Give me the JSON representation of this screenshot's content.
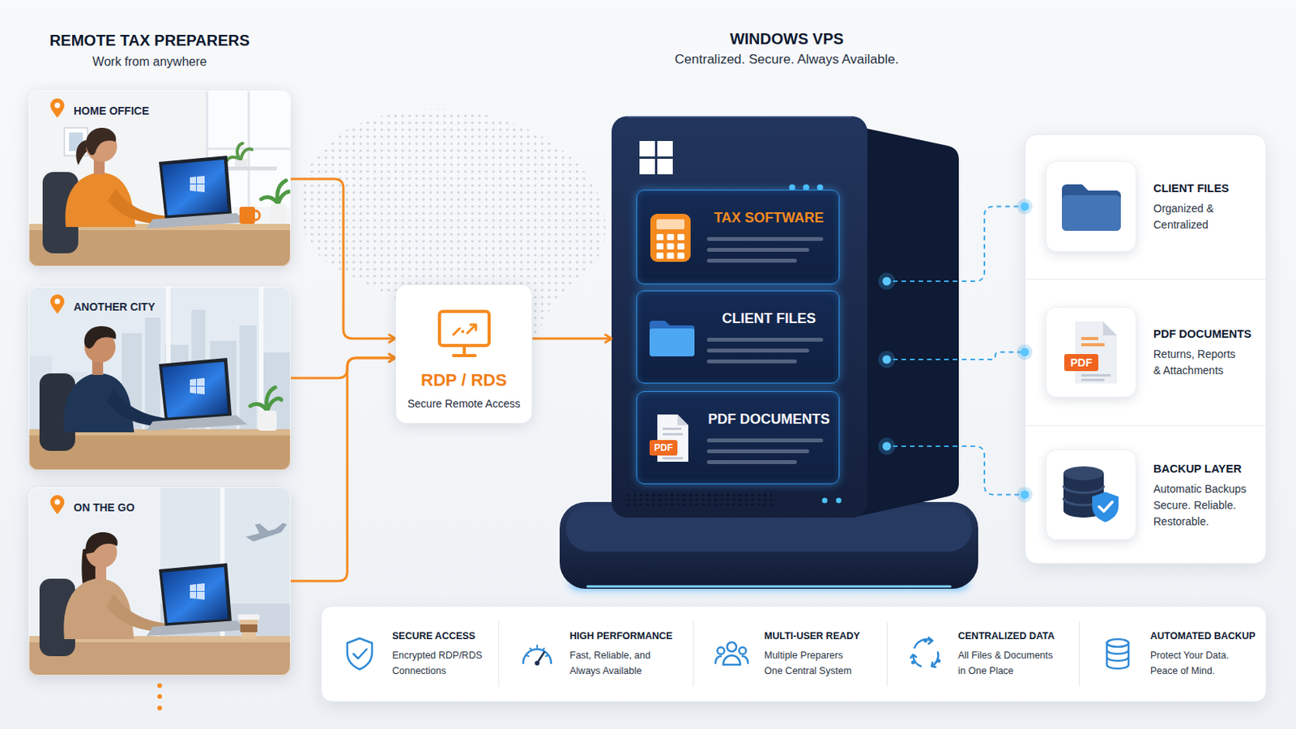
{
  "diagram": {
    "nodes": [
      {
        "text": [
          "HOME OFFICE"
        ]
      },
      {
        "text": [
          "ANOTHER CITY"
        ]
      },
      {
        "text": [
          "ON THE GO"
        ]
      },
      {
        "text": [
          "RDP / RDS",
          "Secure Remote Access"
        ]
      },
      {
        "text": [
          "WINDOWS VPS",
          "Centralized. Secure. Always Available."
        ]
      },
      {
        "text": [
          "TAX SOFTWARE"
        ],
        "in": 4
      },
      {
        "text": [
          "CLIENT FILES"
        ],
        "in": 4
      },
      {
        "text": [
          "PDF DOCUMENTS"
        ],
        "in": 4
      },
      {
        "text": [
          "CLIENT FILES",
          "Organized & Centralized"
        ]
      },
      {
        "text": [
          "PDF DOCUMENTS",
          "Returns, Reports & Attachments"
        ]
      },
      {
        "text": [
          "BACKUP LAYER",
          "Automatic Backups Secure. Reliable. Restorable."
        ]
      },
      {
        "text": [
          "SECURE ACCESS",
          "Encrypted RDP/RDS Connections"
        ]
      },
      {
        "text": [
          "HIGH PERFORMANCE",
          "Fast, Reliable, and Always Available"
        ]
      },
      {
        "text": [
          "MULTI-USER READY",
          "Multiple Preparers One Central System"
        ]
      },
      {
        "text": [
          "CENTRALIZED DATA",
          "All Files & Documents in One Place"
        ]
      },
      {
        "text": [
          "AUTOMATED BACKUP",
          "Protect Your Data. Peace of Mind."
        ]
      }
    ],
    "edges": [
      {
        "from": 0,
        "to": 3,
        "arrow": "to"
      },
      {
        "from": 1,
        "to": 3,
        "arrow": "to"
      },
      {
        "from": 2,
        "to": 3,
        "arrow": "to"
      },
      {
        "from": 3,
        "to": 4,
        "arrow": "to"
      },
      {
        "from": 4,
        "to": 8,
        "arrow": "none"
      },
      {
        "from": 4,
        "to": 9,
        "arrow": "none"
      },
      {
        "from": 4,
        "to": 10,
        "arrow": "none"
      }
    ],
    "labels": [
      "REMOTE TAX PREPARERS",
      "Work from anywhere",
      "PDF",
      "PDF"
    ]
  }
}
